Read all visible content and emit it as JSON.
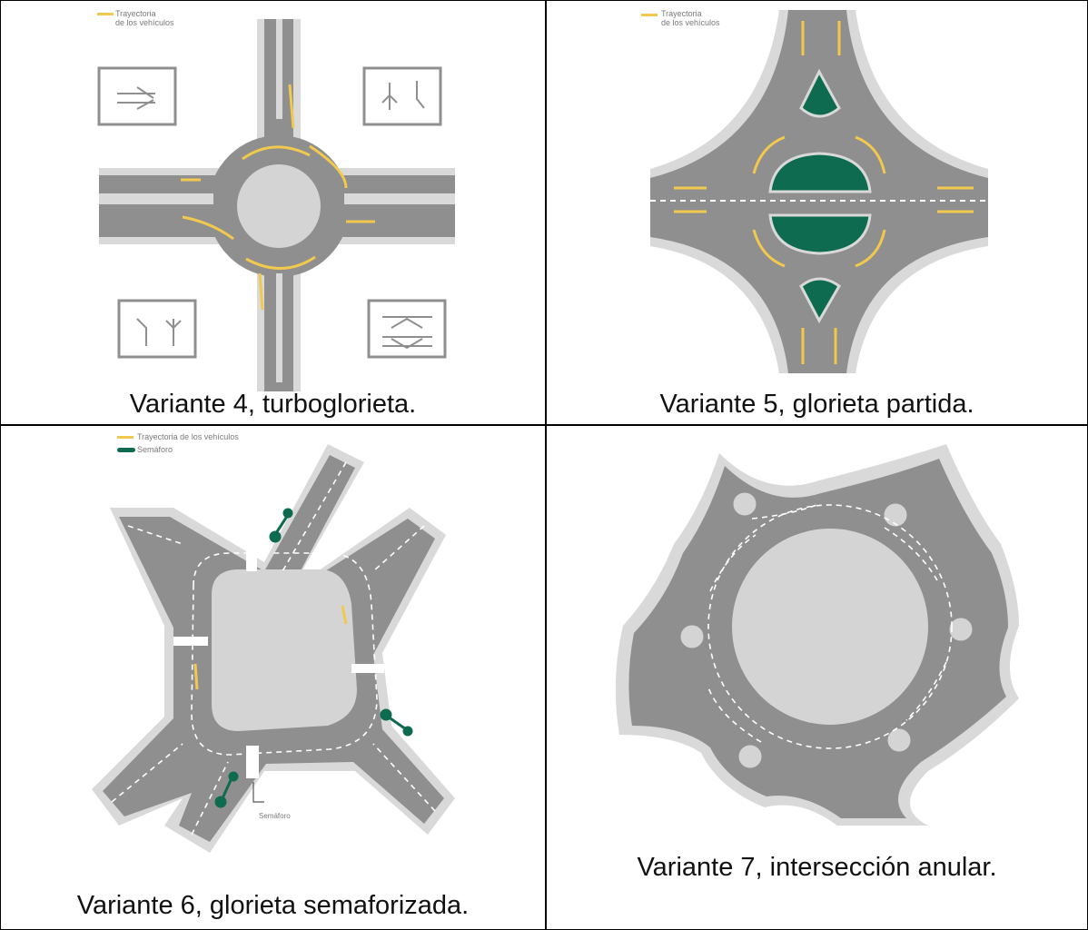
{
  "panels": [
    {
      "caption": "Variante 4, turboglorieta.",
      "legend_line1": "Trayectoria",
      "legend_line2": "de los vehículos"
    },
    {
      "caption": "Variante 5, glorieta partida.",
      "legend_line1": "Trayectoria",
      "legend_line2": "de los vehículos"
    },
    {
      "caption": "Variante 6, glorieta semaforizada.",
      "legend_line1": "Trayectoria de los vehículos",
      "legend_line2": "Semáforo",
      "callout": "Semáforo"
    },
    {
      "caption": "Variante 7, intersección anular."
    }
  ],
  "colors": {
    "road": "#8f8f8f",
    "curb": "#d9d9d9",
    "island": "#d4d4d4",
    "green": "#0e6b4f",
    "arrow": "#f2c94c",
    "marking": "#ffffff"
  }
}
